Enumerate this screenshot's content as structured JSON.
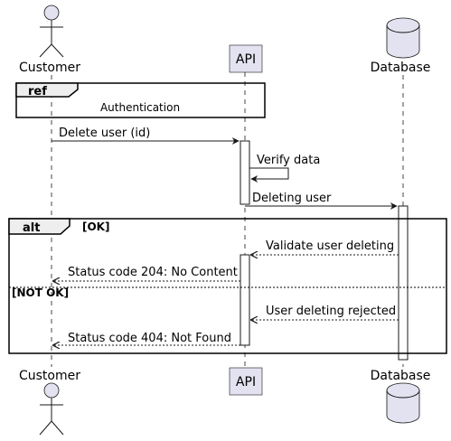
{
  "participants": {
    "customer": "Customer",
    "api": "API",
    "database": "Database"
  },
  "ref": {
    "keyword": "ref",
    "text": "Authentication"
  },
  "messages": {
    "delete_user": "Delete user (id)",
    "verify_data": "Verify data",
    "deleting_user": "Deleting user",
    "validate_user_deleting": "Validate user deleting",
    "status_204": "Status code 204: No Content",
    "user_deleting_rejected": "User deleting rejected",
    "status_404": "Status code 404: Not Found"
  },
  "alt": {
    "keyword": "alt",
    "guard_ok": "[OK]",
    "guard_not_ok": "[NOT OK]"
  },
  "colors": {
    "participant_fill": "#E2E2F0",
    "line": "#181818",
    "frame_tab": "#EEEEEE"
  }
}
